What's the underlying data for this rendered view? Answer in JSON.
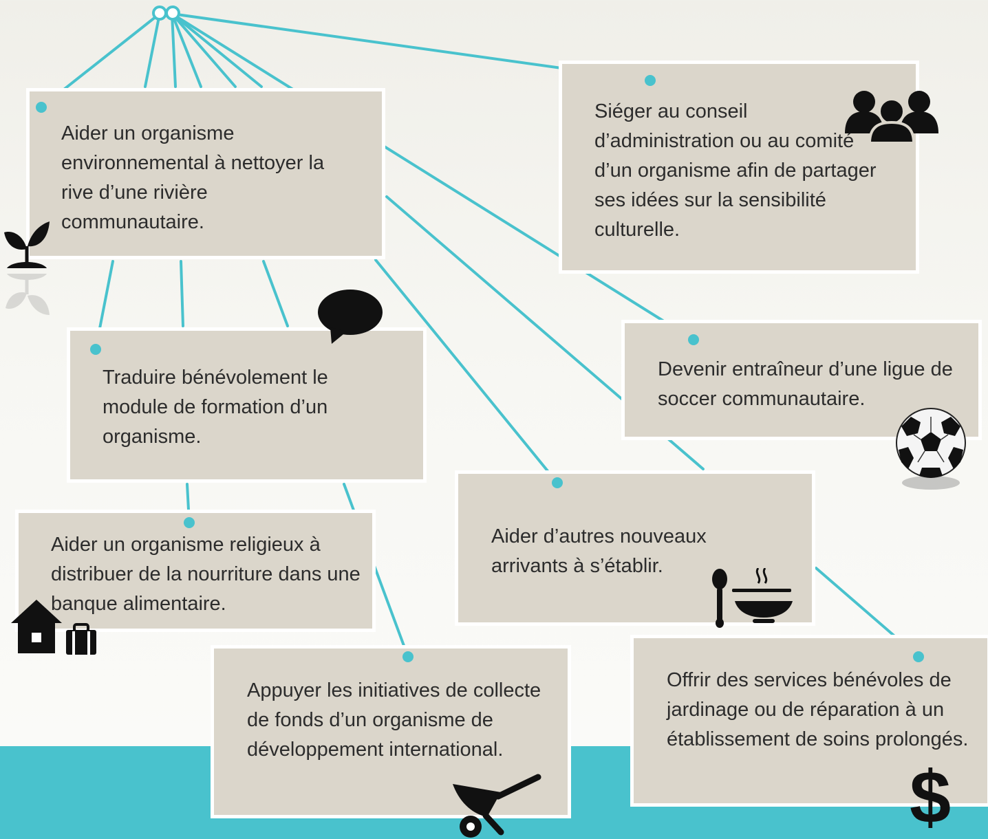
{
  "cards": [
    {
      "id": "river-cleanup",
      "text": "Aider un organisme environnemental à nettoyer la rive d’une rivière communautaire.",
      "icon": "seedling-icon"
    },
    {
      "id": "board-committee",
      "text": "Siéger au conseil d’administration ou au comité d’un organisme afin de partager ses idées sur la sensibilité culturelle.",
      "icon": "people-group-icon"
    },
    {
      "id": "translate-module",
      "text": "Traduire bénévolement le module de formation d’un organisme.",
      "icon": "speech-bubble-icon"
    },
    {
      "id": "soccer-coach",
      "text": "Devenir entraîneur d’une ligue de soccer communautaire.",
      "icon": "soccer-ball-icon"
    },
    {
      "id": "help-newcomers",
      "text": "Aider d’autres nouveaux arrivants à s’établir.",
      "icon": "spoon-bowl-icon"
    },
    {
      "id": "food-bank",
      "text": "Aider un organisme religieux à distribuer de la nourriture dans une banque alimentaire.",
      "icon": "house-suitcase-icon"
    },
    {
      "id": "fundraising",
      "text": "Appuyer les initiatives de collecte de fonds d’un organisme de développement international.",
      "icon": "wheelbarrow-icon"
    },
    {
      "id": "long-term-care",
      "text": "Offrir des services bénévoles de jardinage ou de réparation à un établissement de soins prolongés.",
      "icon": "dollar-icon"
    }
  ],
  "colors": {
    "connector": "#49c2cd",
    "card": "#dbd6cb",
    "band": "#49c2cd",
    "icon": "#111111"
  }
}
